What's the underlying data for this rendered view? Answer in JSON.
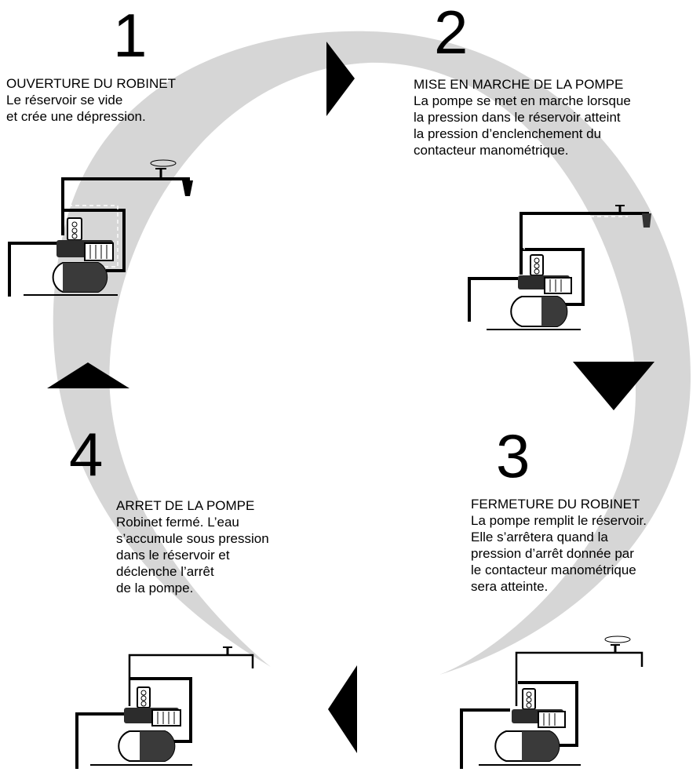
{
  "colors": {
    "ring": "#d6d6d6",
    "ink": "#000000",
    "tank": "#3a3a3a",
    "paper": "#ffffff"
  },
  "steps": [
    {
      "number": "1",
      "title": "OUVERTURE DU ROBINET",
      "lines": [
        "Le réservoir se vide",
        "et crée une dépression."
      ]
    },
    {
      "number": "2",
      "title": "MISE EN MARCHE DE LA POMPE",
      "lines": [
        "La pompe se met en marche  lorsque",
        "la pression dans le réservoir atteint",
        "la pression d’enclenchement du",
        "contacteur manométrique."
      ]
    },
    {
      "number": "3",
      "title": "FERMETURE DU ROBINET",
      "lines": [
        "La pompe remplit le réservoir.",
        "Elle s’arrêtera quand la",
        "pression d’arrêt donnée par",
        "le contacteur manométrique",
        "sera atteinte."
      ]
    },
    {
      "number": "4",
      "title": "ARRET DE LA POMPE",
      "lines": [
        "Robinet fermé. L’eau",
        "s’accumule sous pression",
        "dans le réservoir et",
        "déclenche l’arrêt",
        "de la pompe."
      ]
    }
  ],
  "icons": [
    "cycle-arrow-right",
    "cycle-arrow-down",
    "cycle-arrow-left",
    "cycle-arrow-up",
    "pump-unit",
    "faucet",
    "pressure-switch"
  ]
}
